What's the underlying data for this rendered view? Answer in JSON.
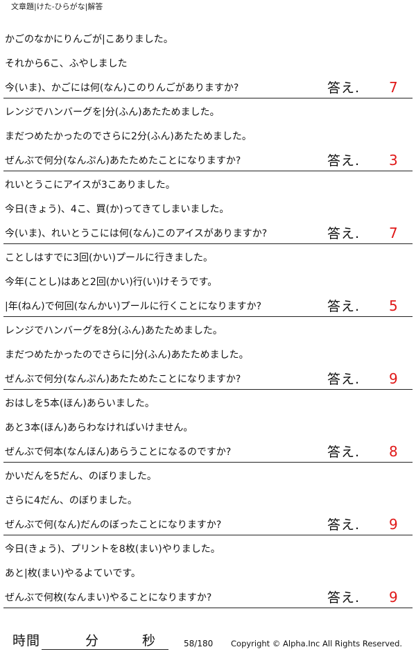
{
  "header": {
    "title": "文章題|けた-ひらがな|解答"
  },
  "answer_label": "答え.",
  "problems": [
    {
      "lines": [
        "かごのなかにりんごが|こありました。",
        "それから6こ、ふやしました",
        "今(いま)、かごには何(なん)このりんごがありますか?"
      ],
      "answer": "7"
    },
    {
      "lines": [
        "レンジでハンバーグを|分(ふん)あたためました。",
        "まだつめたかったのでさらに2分(ふん)あたためました。",
        "ぜんぶで何分(なんぷん)あたためたことになりますか?"
      ],
      "answer": "3"
    },
    {
      "lines": [
        "れいとうこにアイスが3こありました。",
        "今日(きょう)、4こ、買(か)ってきてしまいました。",
        "今(いま)、れいとうこには何(なん)このアイスがありますか?"
      ],
      "answer": "7"
    },
    {
      "lines": [
        "ことしはすでに3回(かい)プールに行きました。",
        "今年(ことし)はあと2回(かい)行(い)けそうです。",
        "|年(ねん)で何回(なんかい)プールに行くことになりますか?"
      ],
      "answer": "5"
    },
    {
      "lines": [
        "レンジでハンバーグを8分(ふん)あたためました。",
        "まだつめたかったのでさらに|分(ふん)あたためました。",
        "ぜんぶで何分(なんぷん)あたためたことになりますか?"
      ],
      "answer": "9"
    },
    {
      "lines": [
        "おはしを5本(ほん)あらいました。",
        "あと3本(ほん)あらわなければいけません。",
        "ぜんぶで何本(なんほん)あらうことになるのですか?"
      ],
      "answer": "8"
    },
    {
      "lines": [
        "かいだんを5だん、のぼりました。",
        "さらに4だん、のぼりました。",
        "ぜんぶで何(なん)だんのぼったことになりますか?"
      ],
      "answer": "9"
    },
    {
      "lines": [
        "今日(きょう)、プリントを8枚(まい)やりました。",
        "あと|枚(まい)やるよていです。",
        "ぜんぶで何枚(なんまい)やることになりますか?"
      ],
      "answer": "9"
    }
  ],
  "footer": {
    "time_label": "時間",
    "minute_label": "分",
    "second_label": "秒",
    "page": "58/180",
    "copyright": "Copyright © Alpha.Inc All Rights Reserved."
  },
  "colors": {
    "answer": "#e01818",
    "text": "#111111"
  }
}
